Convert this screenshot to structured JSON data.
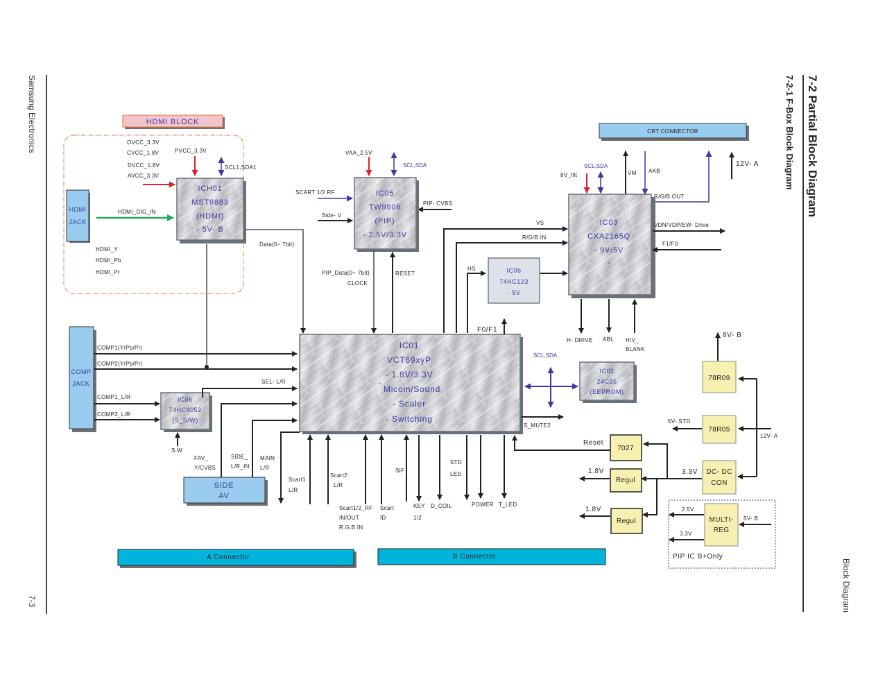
{
  "page": {
    "side_left_company": "Samsung Electronics",
    "side_left_page_number": "7-3",
    "side_right_section": "Block Diagram",
    "title": "7-2 Partial Block Diagram",
    "subtitle": "7-2-1 F-Box Block Diagram"
  },
  "colors": {
    "chip_text": "#3a3aa0",
    "jack_fill": "#99ccee",
    "connector_fill": "#00b4dc",
    "regulator_fill": "#f8f0b0",
    "hdmi_title_fill": "#f4c4cc",
    "hdmi_border": "#e87830",
    "power_arrow": "#e0202a",
    "bus_arrow": "#3a3aa0",
    "hdmi_signal": "#20b050"
  },
  "hdmi_block": {
    "title": "HDMI BLOCK",
    "jack": [
      "HDMI",
      "JACK"
    ],
    "supplies": [
      "OVCC_3.3V",
      "CVCC_1.8V",
      "DVCC_1.8V",
      "AVCC_3.3V"
    ],
    "pvcc": "PVCC_3.3V",
    "bus": "SCL1,SDA1",
    "dig_in": "HDMI_DIG_IN",
    "analog_outputs": [
      "HDMI_Y",
      "HDMI_Pb",
      "HDMI_Pr"
    ],
    "chip": [
      "ICH01",
      "MST9883",
      "(HDMI)",
      "- 5V- B"
    ]
  },
  "ic05": {
    "lines": [
      "IC05",
      "TW9906",
      "(PIP)",
      "- 2.5V/3.3V"
    ],
    "power": "VAA_2.5V",
    "bus": "SCL,SDA",
    "inputs": [
      "SCART  1/2  RF",
      "Side- V",
      "PIP- CVBS"
    ],
    "outputs": [
      "PIP_Data(0~ 7bit)",
      "CLOCK",
      "RESET"
    ]
  },
  "ich01_data_label": "Data(0~ 7bit)",
  "crt": {
    "connector": "CRT  CONNECTOR",
    "signals": [
      "VM",
      "AKB",
      "12V- A"
    ],
    "rgb_out": "R/G/B  OUT"
  },
  "ic03": {
    "lines": [
      "IC03",
      "CXA2165Q",
      "- 9V/5V",
      "-"
    ],
    "power": "8V_filt",
    "bus": "SCL,SDA",
    "inputs": [
      "VS",
      "R/G/B  IN",
      "F1/F0"
    ],
    "outputs": [
      "VDN/VDP/EW- Drive",
      "H- DRIVE",
      "ABL"
    ],
    "blank": [
      "H/V_",
      "BLANK"
    ]
  },
  "ic06_hs": {
    "lines": [
      "IC06",
      "74HC123",
      "- 5V"
    ],
    "input": "HS"
  },
  "ic01": {
    "lines": [
      "IC01",
      "VCT69xyP",
      "- 1.8V/3.3V",
      "Micom/Sound",
      "- Scaler",
      "- Switching"
    ],
    "f0f1": "F0/F1",
    "bus": "SCL,SDA",
    "mute": "S_MUTE2"
  },
  "ic02": {
    "lines": [
      "IC02",
      "24C16",
      "(EEPROM)"
    ]
  },
  "comp_jack": {
    "label": [
      "COMP",
      "JACK"
    ],
    "signals": [
      "COMP1(Y/Pb/Pr)",
      "COMP2(Y/Pb/Pr)",
      "COMP1_L/R",
      "COMP2_L/R"
    ]
  },
  "ic06_sw": {
    "lines": [
      "IC06",
      "74HC4052",
      "(S_S/W)"
    ],
    "control": "S.W",
    "output": "SEL- L/R"
  },
  "side_av": {
    "label": [
      "SIDE",
      "AV"
    ],
    "signals": [
      [
        "FAV_",
        "Y/CVBS"
      ],
      [
        "SIDE_",
        "L/R_IN"
      ],
      [
        "MAIN",
        "L/R"
      ]
    ]
  },
  "bottom_signals": {
    "scart1": [
      "Scart1",
      "L/R"
    ],
    "scart2": [
      "Scart2",
      "L/R"
    ],
    "scart_rf": [
      "Scart1/2_RF",
      "IN/OUT",
      "R.G.B  IN"
    ],
    "scart_id": [
      "Scart",
      "ID"
    ],
    "sif": "SIF",
    "key": [
      "KEY",
      "1/2"
    ],
    "d_coil": "D_COIL",
    "std_led": [
      "STD",
      "LED"
    ],
    "power": "POWER",
    "t_led": "T_LED"
  },
  "power": {
    "r78r09": "78R09",
    "r78r05": "78R05",
    "r7027": "7027",
    "dcdc": [
      "DC- DC",
      "CON"
    ],
    "regul1": "Regul",
    "regul2": "Regul",
    "multireg": [
      "MULTI-",
      "REG"
    ],
    "out_8vb": "8V- B",
    "out_5vstd": "5V- STD",
    "in_12va": "12V- A",
    "reset": "Reset",
    "v33": "3.3V",
    "v18a": "1.8V",
    "v18b": "1.8V",
    "v25": "2.5V",
    "v33b": "3.3V",
    "in_5vb": "5V- B",
    "pip_note": "PIP  IC  B+Only"
  },
  "connectors": {
    "a": "A  Connector",
    "b": "B  Connector"
  }
}
